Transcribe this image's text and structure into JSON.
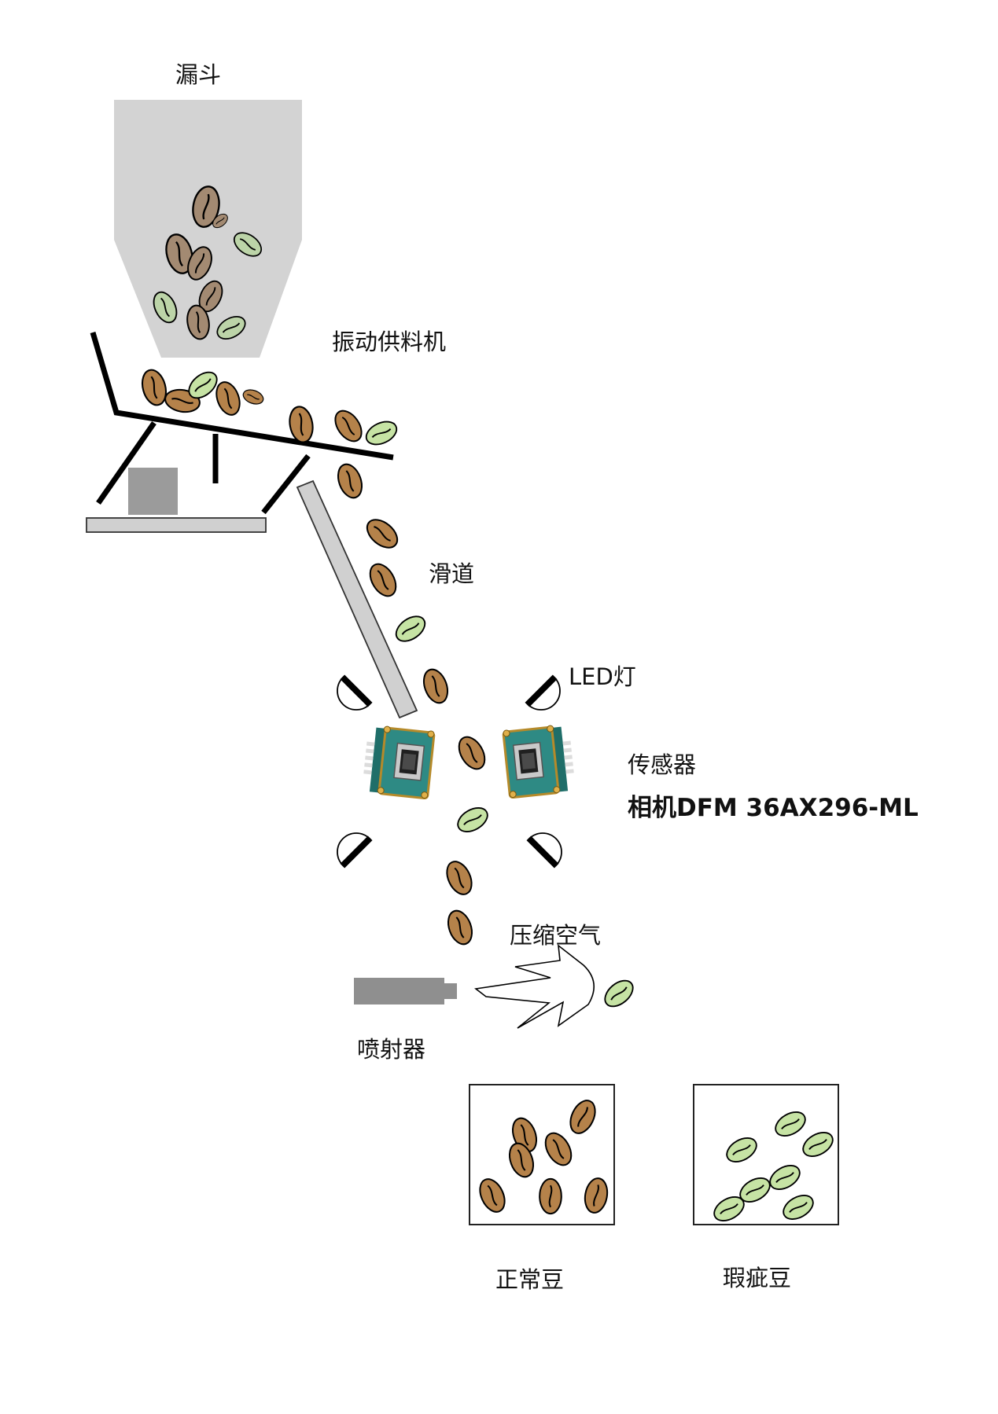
{
  "labels": {
    "hopper": "漏斗",
    "feeder": "振动供料机",
    "chute": "滑道",
    "led": "LED灯",
    "sensor": "传感器",
    "camera": "相机DFM 36AX296-ML",
    "air": "压缩空气",
    "ejector": "喷射器",
    "good_beans": "正常豆",
    "bad_beans": "瑕疵豆"
  },
  "colors": {
    "roasted_bean": "#b5824a",
    "roasted_bean_hopper": "#a38a72",
    "green_bean": "#c6e3a4",
    "green_bean_hopper": "#bcd4a8",
    "hopper": "#d3d3d3",
    "machine_dark": "#000000",
    "block_gray": "#9b9b9b",
    "rail_gray": "#d0d0d0",
    "ejector_gray": "#8f8f8f",
    "camera_pcb": "#2e8a84",
    "camera_frame": "#b58a2a"
  },
  "icons": {
    "led": "led-lamp-icon",
    "camera": "camera-module-icon",
    "ejector": "air-nozzle-icon",
    "air_burst": "air-burst-icon"
  }
}
